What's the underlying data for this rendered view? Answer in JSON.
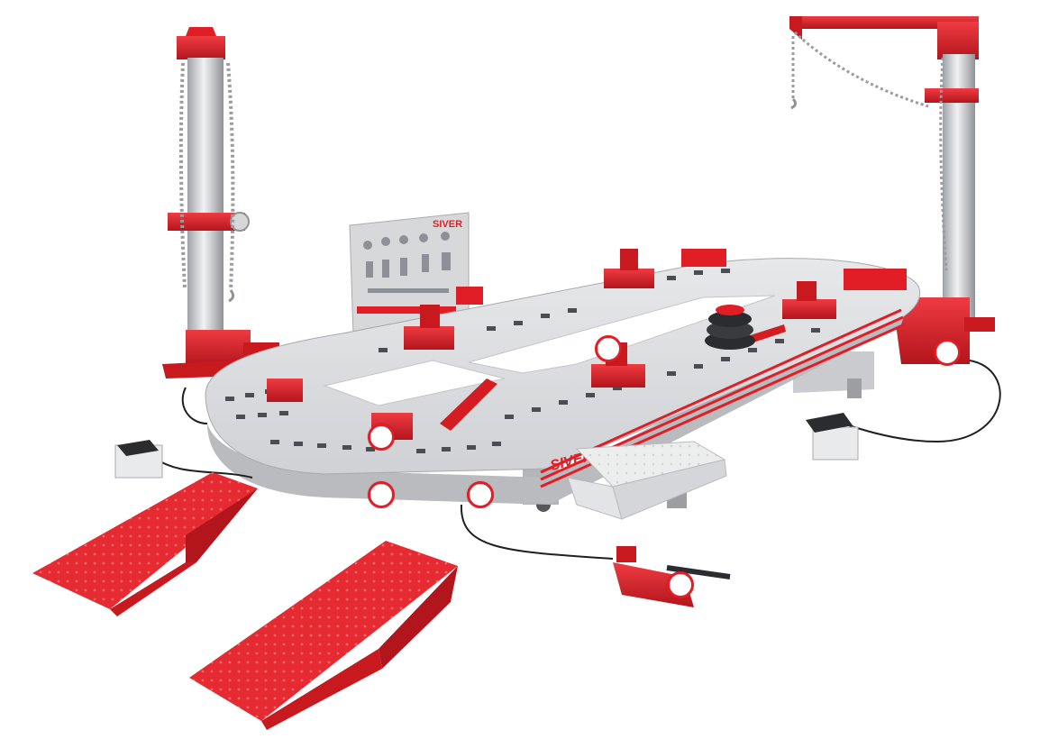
{
  "product": {
    "bench_brand_text": "SIVER E",
    "tool_board_brand_text": "SIVER"
  },
  "colors": {
    "frame_red": "#e11d26",
    "frame_red_dark": "#a5141b",
    "steel_grey": "#d9dadd",
    "steel_grey_dark": "#b7b9bd",
    "background": "#ffffff"
  },
  "hotspots": [
    {
      "name": "hotspot-ramp-clamp-front-left"
    },
    {
      "name": "hotspot-bench-front-left-bottom"
    },
    {
      "name": "hotspot-bench-front-middle-bottom"
    },
    {
      "name": "hotspot-center-clamp"
    },
    {
      "name": "hotspot-right-tower-base"
    },
    {
      "name": "hotspot-hydraulic-pump"
    }
  ]
}
